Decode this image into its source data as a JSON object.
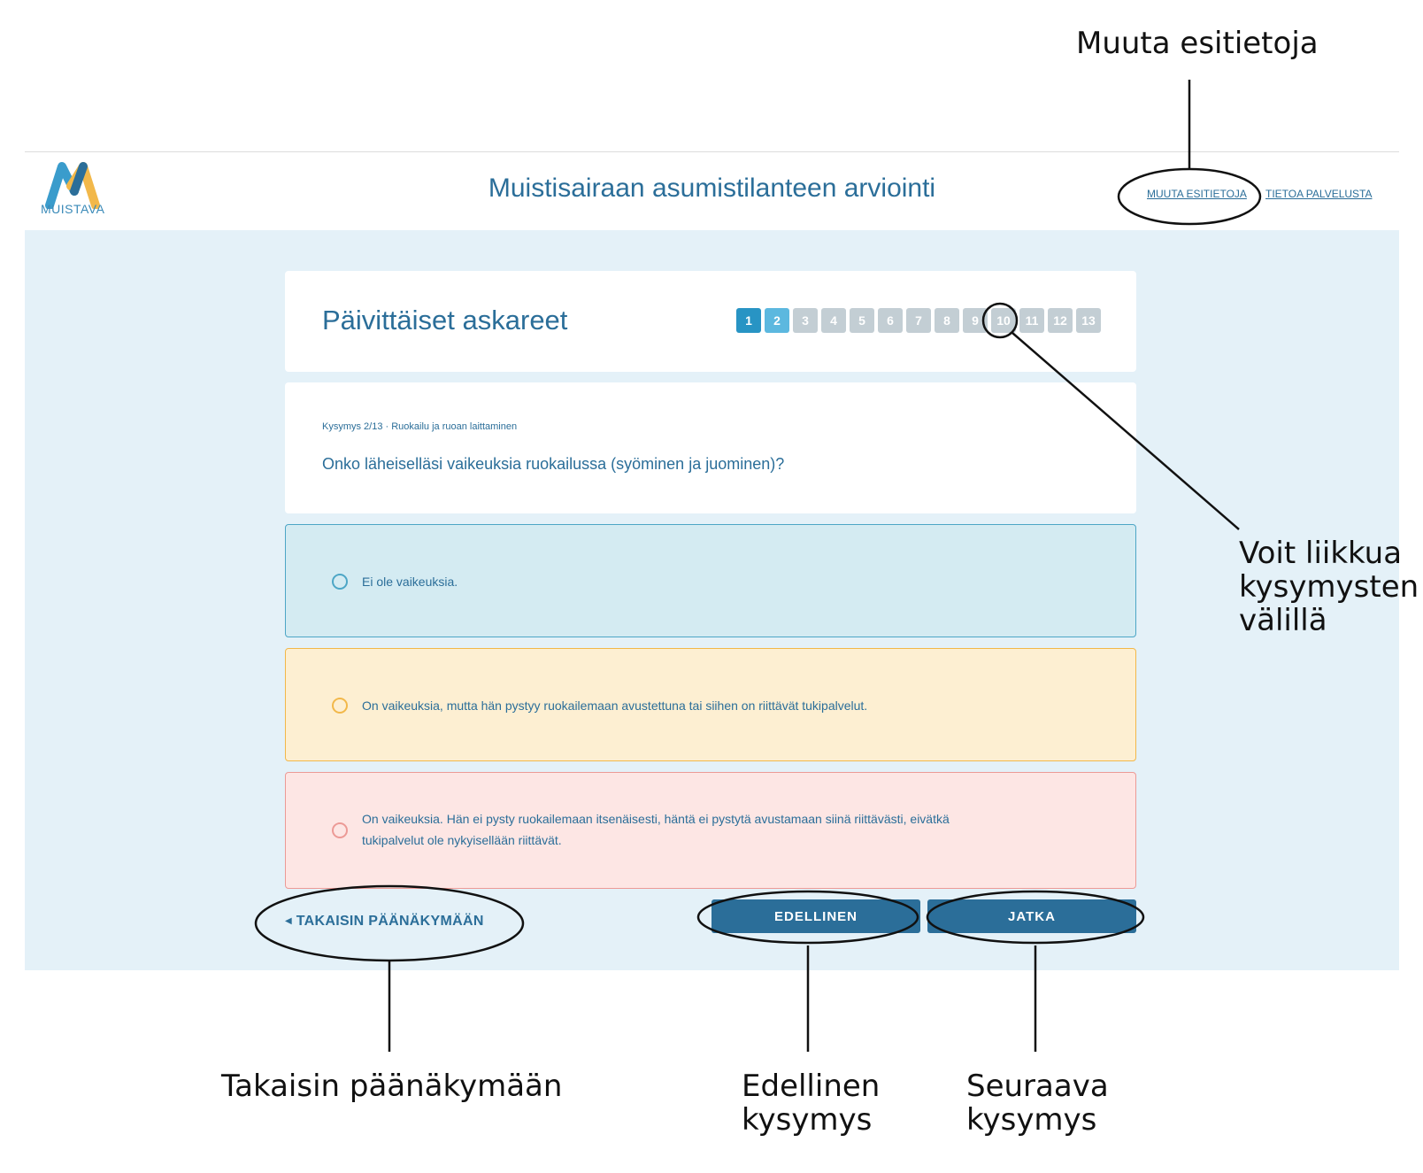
{
  "annotations": {
    "change_info": "Muuta esitietoja",
    "navigate_line1": "Voit liikkua",
    "navigate_line2": "kysymysten",
    "navigate_line3": "välillä",
    "back_main": "Takaisin päänäkymään",
    "prev_line1": "Edellinen",
    "prev_line2": "kysymys",
    "next_line1": "Seuraava",
    "next_line2": "kysymys"
  },
  "header": {
    "logo_text": "MUISTAVA",
    "title": "Muistisairaan asumistilanteen arviointi",
    "nav": {
      "change_info": "MUUTA ESITIETOJA",
      "about": "TIETOA PALVELUSTA"
    }
  },
  "section": {
    "title": "Päivittäiset askareet",
    "steps": [
      "1",
      "2",
      "3",
      "4",
      "5",
      "6",
      "7",
      "8",
      "9",
      "10",
      "11",
      "12",
      "13"
    ]
  },
  "question": {
    "meta": "Kysymys 2/13 · Ruokailu ja ruoan laittaminen",
    "text": "Onko läheiselläsi vaikeuksia ruokailussa (syöminen ja juominen)?"
  },
  "options": [
    {
      "text": "Ei ole vaikeuksia.",
      "color": "#4da6c6"
    },
    {
      "text": "On vaikeuksia, mutta hän pystyy ruokailemaan avustettuna tai siihen on riittävät tukipalvelut.",
      "color": "#f2b84a"
    },
    {
      "text_line1": "On vaikeuksia. Hän ei pysty ruokailemaan itsenäisesti, häntä ei pystytä avustamaan siinä riittävästi, eivätkä",
      "text_line2": "tukipalvelut ole nykyisellään riittävät.",
      "color": "#ec9a96"
    }
  ],
  "footer": {
    "back": "TAKAISIN PÄÄNÄKYMÄÄN",
    "prev": "EDELLINEN",
    "next": "JATKA"
  },
  "colors": {
    "primary": "#2b6e99",
    "stage_bg": "#e4f1f8",
    "option_blue_bg": "#d4ebf2",
    "option_yellow_bg": "#fdefd2",
    "option_red_bg": "#fde6e4"
  }
}
